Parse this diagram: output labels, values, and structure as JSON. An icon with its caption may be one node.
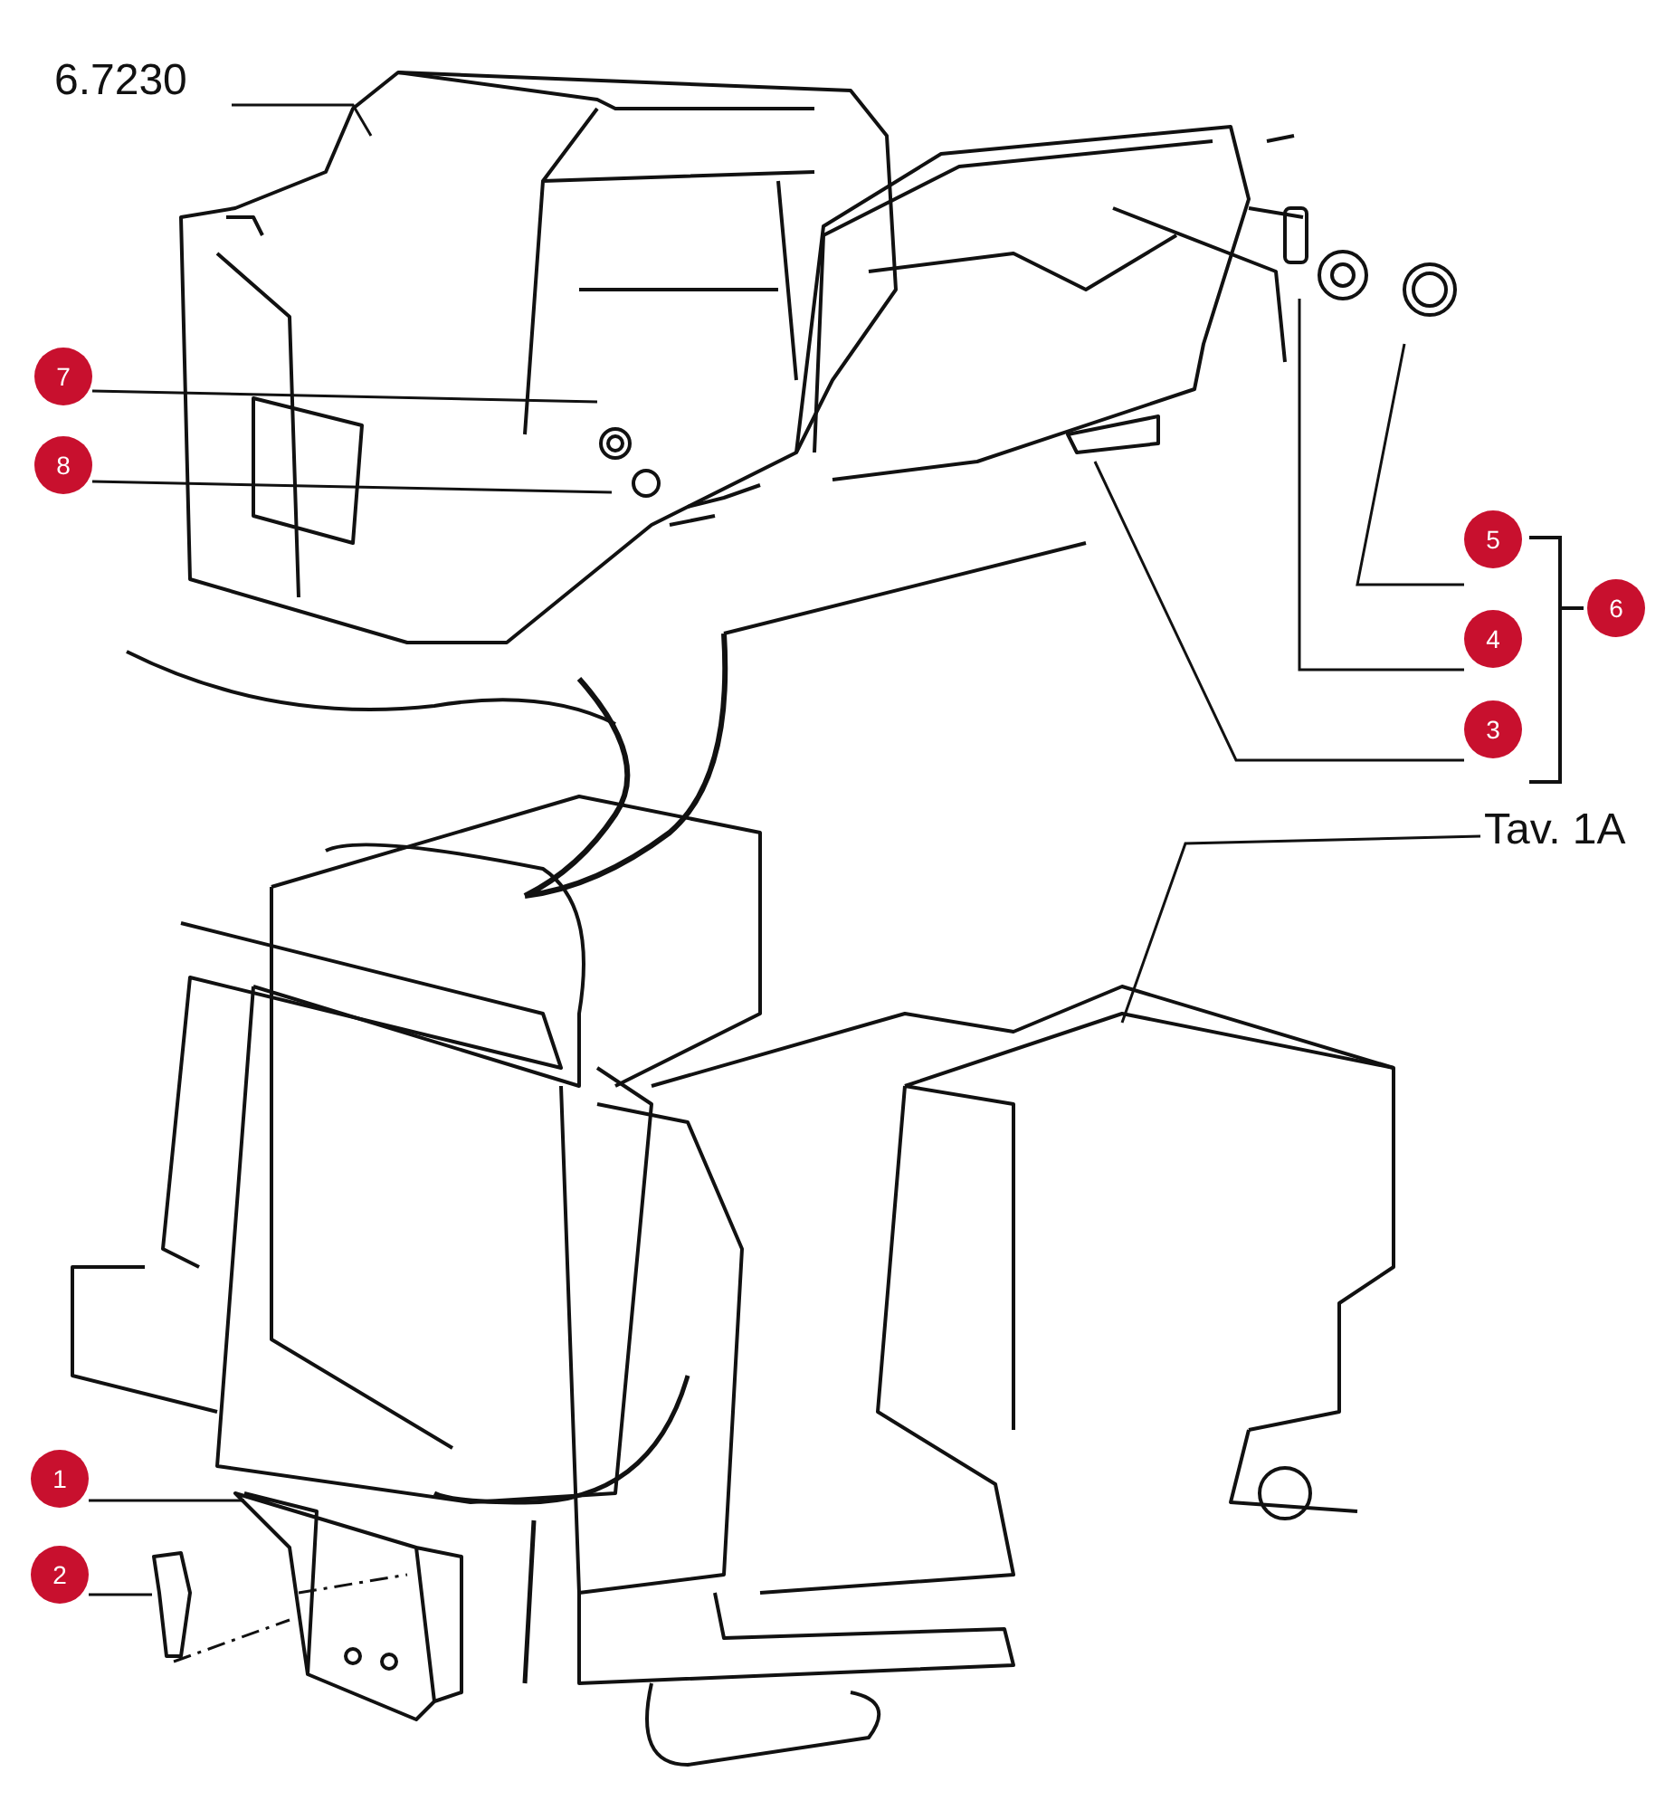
{
  "diagram": {
    "nodes": [
      {
        "text": [
          "6.7230"
        ]
      },
      {
        "text": [
          "7"
        ]
      },
      {
        "text": [
          "8"
        ]
      },
      {
        "text": [
          "5"
        ]
      },
      {
        "text": [
          "4"
        ]
      },
      {
        "text": [
          "3"
        ]
      },
      {
        "text": [
          "6"
        ]
      },
      {
        "text": [
          "Tav. 1A"
        ]
      },
      {
        "text": [
          "1"
        ]
      },
      {
        "text": [
          "2"
        ]
      }
    ],
    "edges": [
      {
        "from": 0,
        "to": null,
        "arrow": "none"
      },
      {
        "from": 1,
        "to": null,
        "arrow": "none"
      },
      {
        "from": 2,
        "to": null,
        "arrow": "none"
      },
      {
        "from": 3,
        "to": null,
        "arrow": "none"
      },
      {
        "from": 4,
        "to": null,
        "arrow": "none"
      },
      {
        "from": 5,
        "to": null,
        "arrow": "none"
      },
      {
        "from": 7,
        "to": null,
        "arrow": "none"
      },
      {
        "from": 8,
        "to": null,
        "arrow": "none"
      },
      {
        "from": 9,
        "to": null,
        "arrow": "none"
      }
    ]
  }
}
